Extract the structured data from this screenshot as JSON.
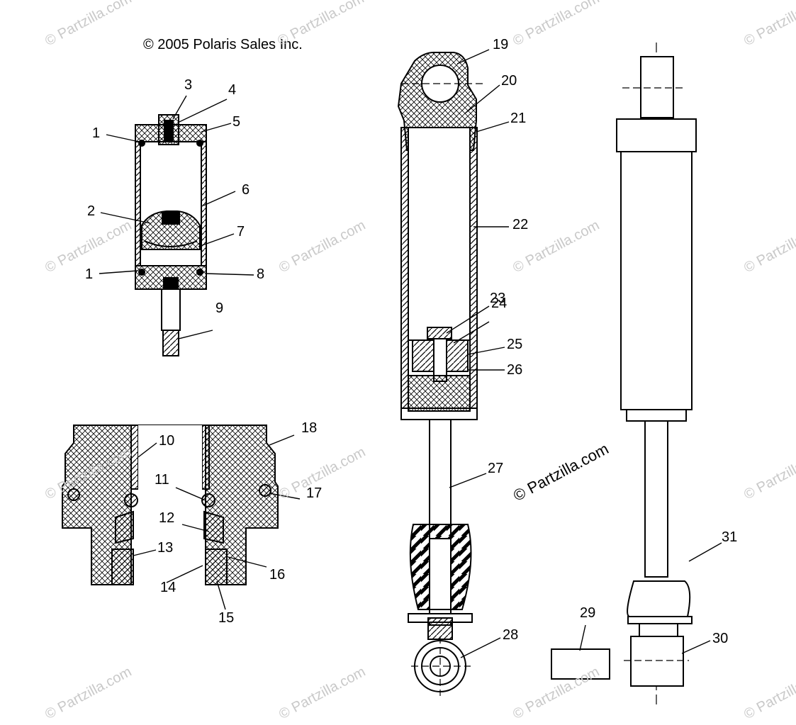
{
  "copyright": "© 2005 Polaris Sales Inc.",
  "watermark_main": "© Partzilla.com",
  "watermark_faint": "© Partzilla.com",
  "colors": {
    "ink": "#000000",
    "watermark": "#c9c9c9"
  },
  "callouts": [
    "1",
    "1",
    "2",
    "3",
    "4",
    "5",
    "6",
    "7",
    "8",
    "9",
    "10",
    "11",
    "12",
    "13",
    "14",
    "15",
    "16",
    "17",
    "18",
    "19",
    "20",
    "21",
    "22",
    "23",
    "24",
    "25",
    "26",
    "27",
    "28",
    "29",
    "30",
    "31"
  ]
}
